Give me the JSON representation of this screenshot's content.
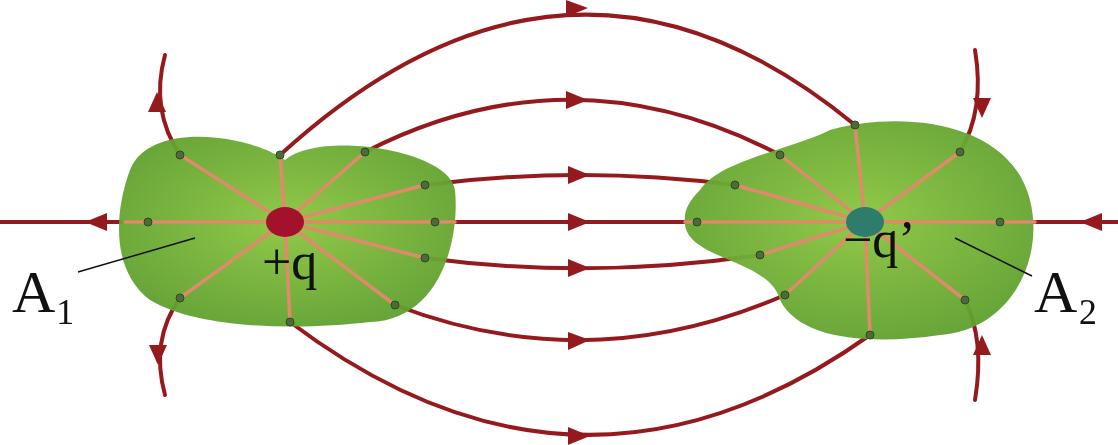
{
  "diagram": {
    "labels": [
      "A₁",
      "+q",
      "−q’",
      "A₂"
    ]
  }
}
